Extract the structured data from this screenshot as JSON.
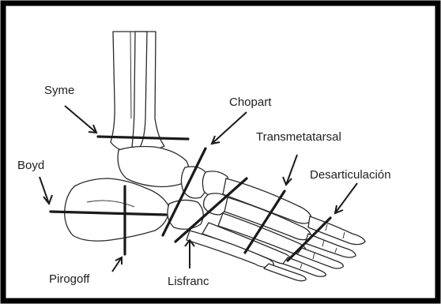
{
  "labels": {
    "syme": "Syme",
    "chopart": "Chopart",
    "transmetatarsal": "Transmetatarsal",
    "boyd": "Boyd",
    "desarticulacion": "Desarticulación",
    "pirogoff": "Pirogoff",
    "lisfranc": "Lisfranc"
  },
  "colors": {
    "line": "#1a1a1a",
    "background": "#ffffff",
    "frame": "#000000"
  }
}
